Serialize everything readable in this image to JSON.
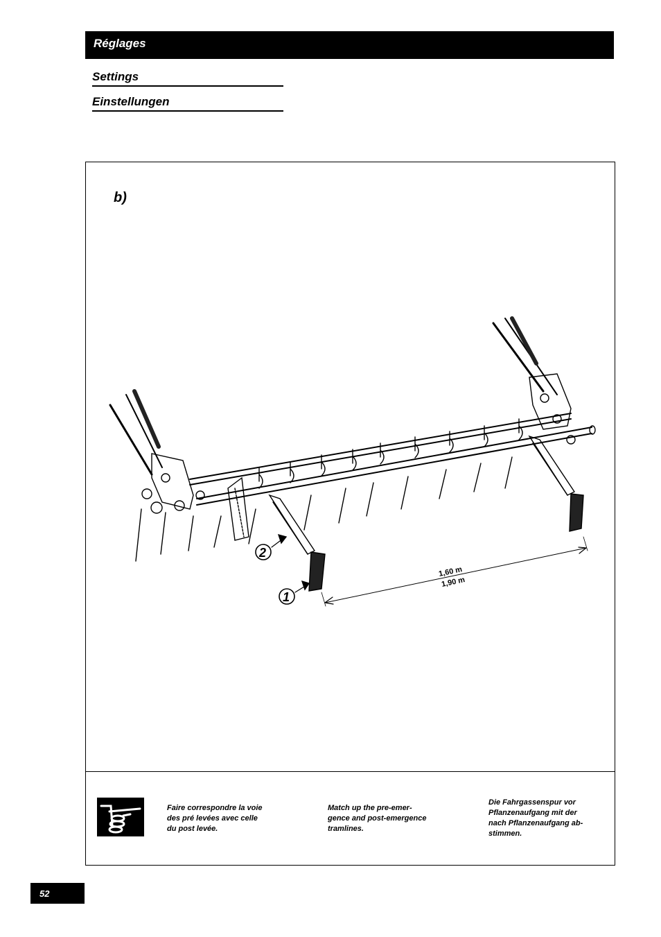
{
  "header": {
    "title": "Réglages"
  },
  "subtitles": {
    "settings": "Settings",
    "einstellungen": "Einstellungen"
  },
  "figure": {
    "label": "b)",
    "callouts": [
      "1",
      "2"
    ],
    "dimensions": [
      "1,60 m",
      "1,90 m"
    ]
  },
  "notes": {
    "icon": "pointing-hand-icon",
    "fr": [
      "Faire correspondre la voie",
      "des pré levées avec celle",
      "du post levée."
    ],
    "en": [
      "Match up the pre-emer-",
      "gence and post-emergence",
      "tramlines."
    ],
    "de": [
      "Die Fahrgassenspur vor",
      "Pflanzenaufgang mit der",
      "nach Pflanzenaufgang ab-",
      "stimmen."
    ]
  },
  "page": {
    "number": "52"
  }
}
